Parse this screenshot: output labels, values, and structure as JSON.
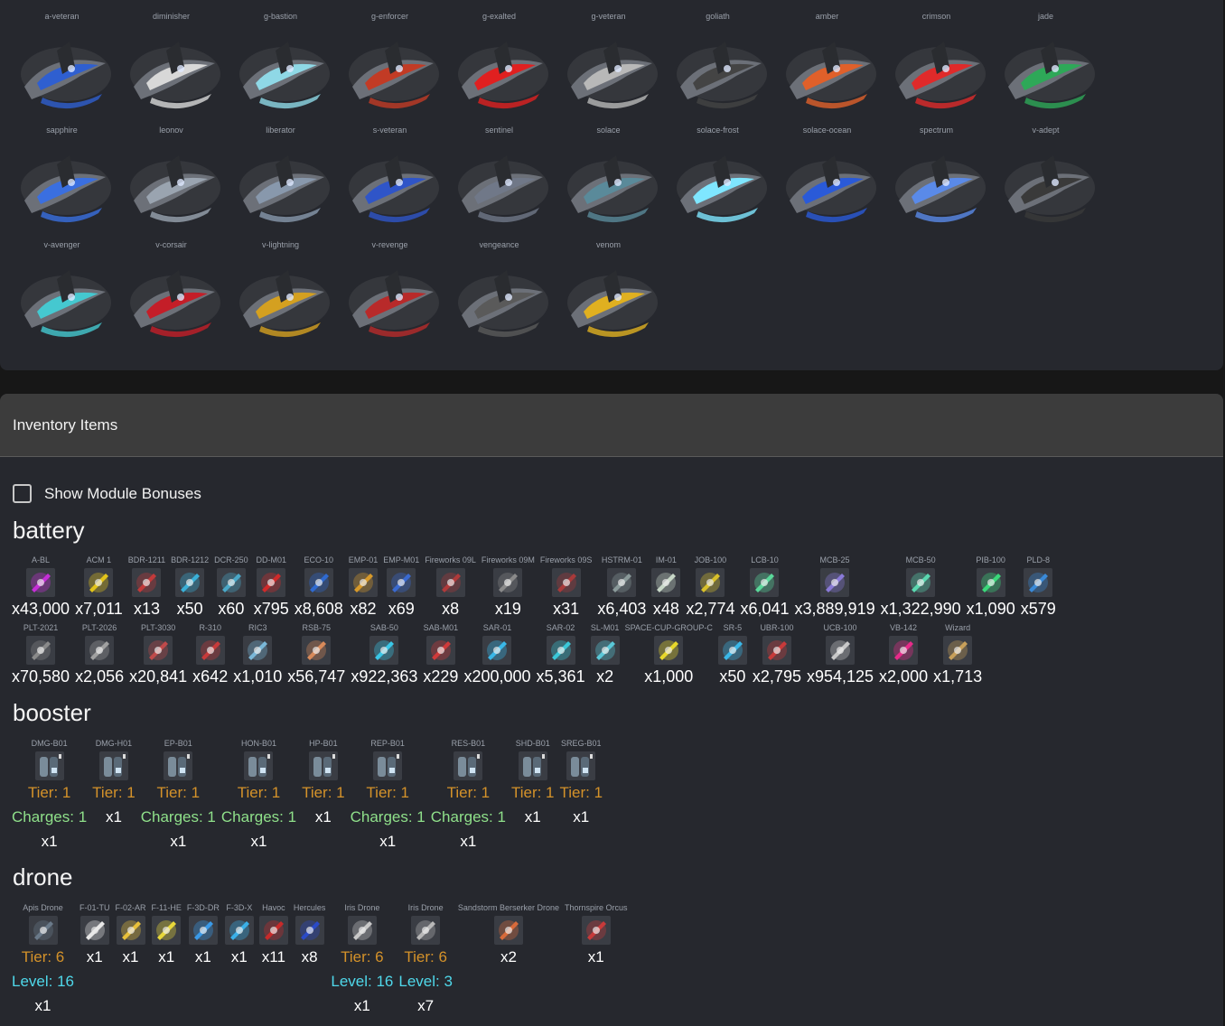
{
  "ships": [
    [
      "a-veteran",
      "diminisher",
      "g-bastion",
      "g-enforcer",
      "g-exalted",
      "g-veteran",
      "goliath",
      "amber",
      "crimson",
      "jade"
    ],
    [
      "sapphire",
      "leonov",
      "liberator",
      "s-veteran",
      "sentinel",
      "solace",
      "solace-frost",
      "solace-ocean",
      "spectrum",
      "v-adept"
    ],
    [
      "v-avenger",
      "v-corsair",
      "v-lightning",
      "v-revenge",
      "vengeance",
      "venom"
    ]
  ],
  "ship_colors": [
    [
      "#2f5fd0",
      "#d8d8d8",
      "#8fd8e6",
      "#c23b25",
      "#e02020",
      "#b8b8b8",
      "#444444",
      "#e0602a",
      "#e02a2a",
      "#2ea858"
    ],
    [
      "#3a6fe0",
      "#9aa4b0",
      "#8898ac",
      "#2f55c8",
      "#707888",
      "#5a8a9a",
      "#7fe6ff",
      "#2a5ad8",
      "#5a8ae8",
      "#3a3a3a"
    ],
    [
      "#45c8d0",
      "#c41e28",
      "#d4a020",
      "#b82a2a",
      "#5a5a5a",
      "#e0b020"
    ]
  ],
  "inventory": {
    "title": "Inventory Items",
    "toggle_label": "Show Module Bonuses"
  },
  "battery": {
    "title": "battery",
    "rows": [
      [
        {
          "n": "A-BL",
          "q": "x43,000",
          "c": "#c52ed8"
        },
        {
          "n": "ACM 1",
          "q": "x7,011",
          "c": "#e2c41a"
        },
        {
          "n": "BDR-1211",
          "q": "x13",
          "c": "#c23a3a"
        },
        {
          "n": "BDR-1212",
          "q": "x50",
          "c": "#3ab0d8"
        },
        {
          "n": "DCR-250",
          "q": "x60",
          "c": "#4aa8c8"
        },
        {
          "n": "DD-M01",
          "q": "x795",
          "c": "#d02a2a"
        },
        {
          "n": "ECO-10",
          "q": "x8,608",
          "c": "#2f6ad0"
        },
        {
          "n": "EMP-01",
          "q": "x82",
          "c": "#d89a2a"
        },
        {
          "n": "EMP-M01",
          "q": "x69",
          "c": "#3a6ad0"
        },
        {
          "n": "Fireworks 09L",
          "q": "x8",
          "c": "#b03a3a"
        },
        {
          "n": "Fireworks 09M",
          "q": "x19",
          "c": "#8a8a8a"
        },
        {
          "n": "Fireworks 09S",
          "q": "x31",
          "c": "#a83a3a"
        },
        {
          "n": "HSTRM-01",
          "q": "x6,403",
          "c": "#8a9a9a"
        },
        {
          "n": "IM-01",
          "q": "x48",
          "c": "#c8d8c8"
        },
        {
          "n": "JOB-100",
          "q": "x2,774",
          "c": "#d8c02a"
        },
        {
          "n": "LCB-10",
          "q": "x6,041",
          "c": "#5ad89a"
        },
        {
          "n": "MCB-25",
          "q": "x3,889,919",
          "c": "#8a7ad8"
        },
        {
          "n": "MCB-50",
          "q": "x1,322,990",
          "c": "#5ad8b0"
        },
        {
          "n": "PIB-100",
          "q": "x1,090",
          "c": "#3ad87a"
        },
        {
          "n": "PLD-8",
          "q": "x579",
          "c": "#3a8ad8"
        }
      ],
      [
        {
          "n": "PLT-2021",
          "q": "x70,580",
          "c": "#8a8a8a"
        },
        {
          "n": "PLT-2026",
          "q": "x2,056",
          "c": "#a0a0a0"
        },
        {
          "n": "PLT-3030",
          "q": "x20,841",
          "c": "#c04a4a"
        },
        {
          "n": "R-310",
          "q": "x642",
          "c": "#c83a3a"
        },
        {
          "n": "RIC3",
          "q": "x1,010",
          "c": "#7ab8d8"
        },
        {
          "n": "RSB-75",
          "q": "x56,747",
          "c": "#d88a5a"
        },
        {
          "n": "SAB-50",
          "q": "x922,363",
          "c": "#3ac8e8"
        },
        {
          "n": "SAB-M01",
          "q": "x229",
          "c": "#d03a3a"
        },
        {
          "n": "SAR-01",
          "q": "x200,000",
          "c": "#3ab8e8"
        },
        {
          "n": "SAR-02",
          "q": "x5,361",
          "c": "#3ac8d8"
        },
        {
          "n": "SL-M01",
          "q": "x2",
          "c": "#5ac8d8"
        },
        {
          "n": "SPACE-CUP-GROUP-C",
          "q": "x1,000",
          "c": "#e8d82a"
        },
        {
          "n": "SR-5",
          "q": "x50",
          "c": "#3ab8e8"
        },
        {
          "n": "UBR-100",
          "q": "x2,795",
          "c": "#c83a3a"
        },
        {
          "n": "UCB-100",
          "q": "x954,125",
          "c": "#c8c8c8"
        },
        {
          "n": "VB-142",
          "q": "x2,000",
          "c": "#e82a8a"
        },
        {
          "n": "Wizard",
          "q": "x1,713",
          "c": "#c8a05a"
        }
      ]
    ]
  },
  "booster": {
    "title": "booster",
    "items": [
      {
        "n": "DMG-B01",
        "tier": "Tier: 1",
        "charges": "Charges: 1",
        "q": "x1"
      },
      {
        "n": "DMG-H01",
        "tier": "Tier: 1",
        "charges": "",
        "q": "x1"
      },
      {
        "n": "EP-B01",
        "tier": "Tier: 1",
        "charges": "Charges: 1",
        "q": "x1"
      },
      {
        "n": "HON-B01",
        "tier": "Tier: 1",
        "charges": "Charges: 1",
        "q": "x1"
      },
      {
        "n": "HP-B01",
        "tier": "Tier: 1",
        "charges": "",
        "q": "x1"
      },
      {
        "n": "REP-B01",
        "tier": "Tier: 1",
        "charges": "Charges: 1",
        "q": "x1"
      },
      {
        "n": "RES-B01",
        "tier": "Tier: 1",
        "charges": "Charges: 1",
        "q": "x1"
      },
      {
        "n": "SHD-B01",
        "tier": "Tier: 1",
        "charges": "",
        "q": "x1"
      },
      {
        "n": "SREG-B01",
        "tier": "Tier: 1",
        "charges": "",
        "q": "x1"
      }
    ]
  },
  "drone": {
    "title": "drone",
    "items": [
      {
        "n": "Apis Drone",
        "tier": "Tier: 6",
        "level": "Level: 16",
        "q": "x1",
        "c": "#6a7a8a"
      },
      {
        "n": "F-01-TU",
        "tier": "",
        "level": "",
        "q": "x1",
        "c": "#e8e8e8"
      },
      {
        "n": "F-02-AR",
        "tier": "",
        "level": "",
        "q": "x1",
        "c": "#e8c03a"
      },
      {
        "n": "F-11-HE",
        "tier": "",
        "level": "",
        "q": "x1",
        "c": "#e8d83a"
      },
      {
        "n": "F-3D-DR",
        "tier": "",
        "level": "",
        "q": "x1",
        "c": "#3a9ae8"
      },
      {
        "n": "F-3D-X",
        "tier": "",
        "level": "",
        "q": "x1",
        "c": "#3ab0e8"
      },
      {
        "n": "Havoc",
        "tier": "",
        "level": "",
        "q": "x11",
        "c": "#c82a2a"
      },
      {
        "n": "Hercules",
        "tier": "",
        "level": "",
        "q": "x8",
        "c": "#2a4ac8"
      },
      {
        "n": "Iris Drone",
        "tier": "Tier: 6",
        "level": "Level: 16",
        "q": "x1",
        "c": "#c8c8c8"
      },
      {
        "n": "Iris Drone",
        "tier": "Tier: 6",
        "level": "Level: 3",
        "q": "x7",
        "c": "#b8b8b8"
      },
      {
        "n": "Sandstorm Berserker Drone",
        "tier": "",
        "level": "",
        "q": "x2",
        "c": "#d86a3a"
      },
      {
        "n": "Thornspire Orcus",
        "tier": "",
        "level": "",
        "q": "x1",
        "c": "#c83a3a"
      }
    ]
  }
}
